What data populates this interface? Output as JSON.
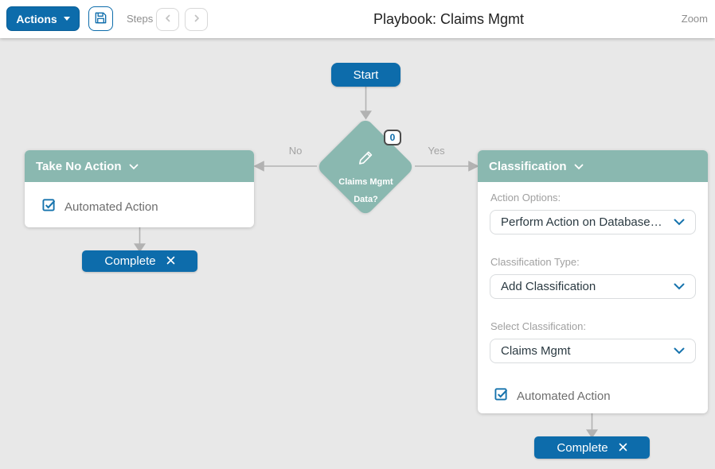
{
  "toolbar": {
    "actions_label": "Actions",
    "steps_label": "Steps",
    "title": "Playbook: Claims Mgmt",
    "zoom_label": "Zoom"
  },
  "flow": {
    "start_label": "Start",
    "decision": {
      "badge": "0",
      "line1": "Claims Mgmt",
      "line2": "Data?",
      "no_label": "No",
      "yes_label": "Yes"
    },
    "take_no_action": {
      "title": "Take No Action",
      "checkbox_label": "Automated Action",
      "complete_label": "Complete"
    },
    "classification": {
      "title": "Classification",
      "fields": [
        {
          "label": "Action Options:",
          "value": "Perform Action on Database…"
        },
        {
          "label": "Classification Type:",
          "value": "Add Classification"
        },
        {
          "label": "Select Classification:",
          "value": "Claims Mgmt"
        }
      ],
      "checkbox_label": "Automated Action",
      "complete_label": "Complete"
    }
  },
  "colors": {
    "accent_blue": "#0d6cab",
    "node_teal": "#8ab8b0",
    "canvas_gray": "#e8e8e8",
    "connector_gray": "#b2b2b2"
  }
}
